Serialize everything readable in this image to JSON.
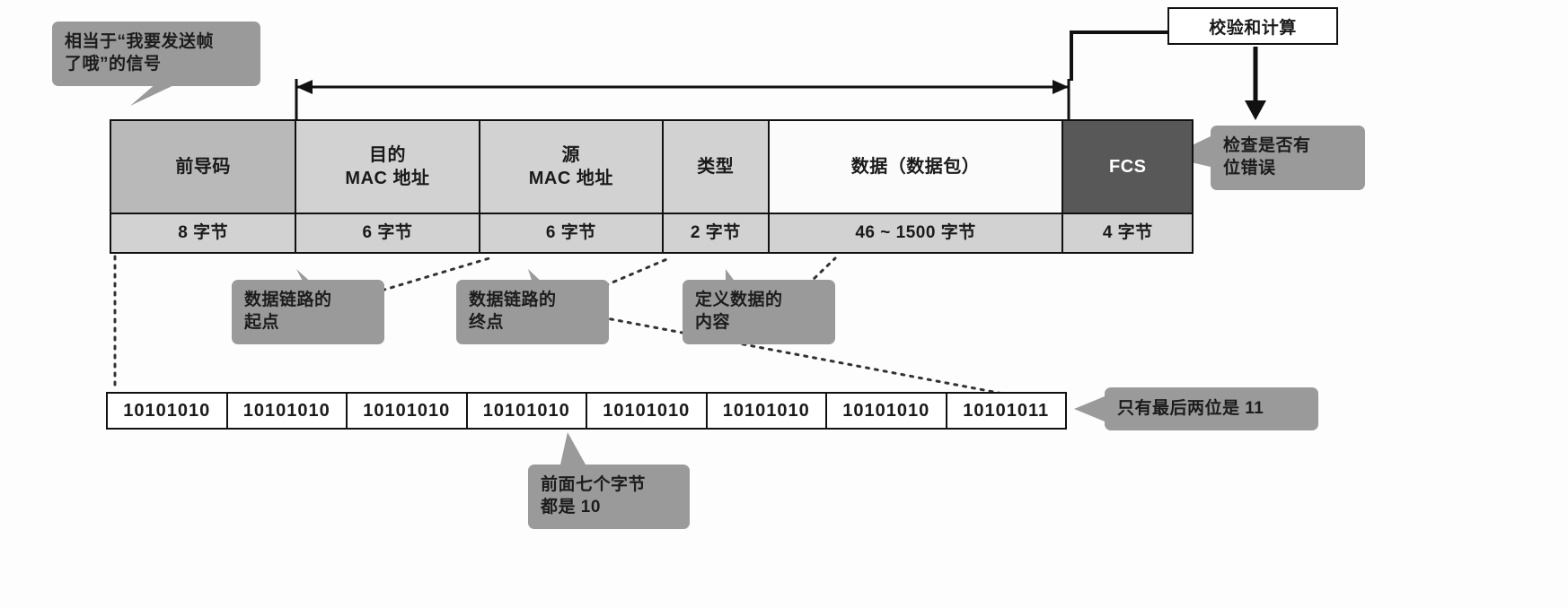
{
  "frame": {
    "fields": [
      {
        "name": "前导码",
        "size": "8 字节"
      },
      {
        "name": "目的\nMAC 地址",
        "size": "6 字节"
      },
      {
        "name": "源\nMAC 地址",
        "size": "6 字节"
      },
      {
        "name": "类型",
        "size": "2 字节"
      },
      {
        "name": "数据（数据包）",
        "size": "46 ~ 1500 字节"
      },
      {
        "name": "FCS",
        "size": "4 字节"
      }
    ],
    "labels": {
      "preamble": "前导码",
      "dest_mac_line1": "目的",
      "dest_mac_line2": "MAC 地址",
      "src_mac_line1": "源",
      "src_mac_line2": "MAC 地址",
      "type": "类型",
      "data": "数据（数据包）",
      "fcs": "FCS",
      "preamble_size": "8 字节",
      "dest_mac_size": "6 字节",
      "src_mac_size": "6 字节",
      "type_size": "2 字节",
      "data_size": "46 ~ 1500 字节",
      "fcs_size": "4 字节"
    }
  },
  "callouts": {
    "signal": "相当于“我要发送帧\n了哦”的信号",
    "checksum_calc": "校验和计算",
    "bit_error_check": "检查是否有\n位错误",
    "link_start": "数据链路的\n起点",
    "link_end": "数据链路的\n终点",
    "define_data": "定义数据的\n内容",
    "last_two_bits": "只有最后两位是 11",
    "first_seven_bytes": "前面七个字节\n都是 10"
  },
  "preamble_bits": {
    "cells": [
      "10101010",
      "10101010",
      "10101010",
      "10101010",
      "10101010",
      "10101010",
      "10101010",
      "10101011"
    ]
  },
  "colors": {
    "callout_bg": "#9a9a9a",
    "preamble_cell": "#b9b9b9",
    "header_cell": "#d2d2d2",
    "fcs_cell": "#585858",
    "data_cell": "#fbfbfb",
    "line": "#111111"
  }
}
